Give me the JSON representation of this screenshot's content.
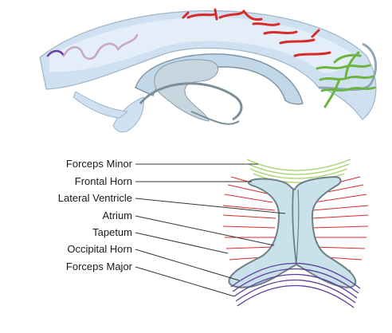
{
  "labels": {
    "forceps_minor": "Forceps Minor",
    "frontal_horn": "Frontal Horn",
    "lateral_ventricle": "Lateral Ventricle",
    "atrium": "Atrium",
    "tapetum": "Tapetum",
    "occipital_horn": "Occipital Horn",
    "forceps_major": "Forceps Major"
  },
  "colors": {
    "ventricle_fill": "#c9e2ea",
    "ventricle_outline": "#6f7f87",
    "callosal_body_fill": "#cfe1f0",
    "callosal_fibers_red": "#d92a2a",
    "forceps_minor_fibers": "#a6d46a",
    "forceps_minor_fibers_3d": "#6db33f",
    "forceps_major_fibers": "#5b3c9a",
    "occipital_fibers_3d": "#c9a4c8",
    "leader_line": "#333333"
  },
  "icons": {
    "top_illustration": "corpus-callosum-3d-illustration",
    "bottom_illustration": "ventricle-cross-section-diagram"
  }
}
